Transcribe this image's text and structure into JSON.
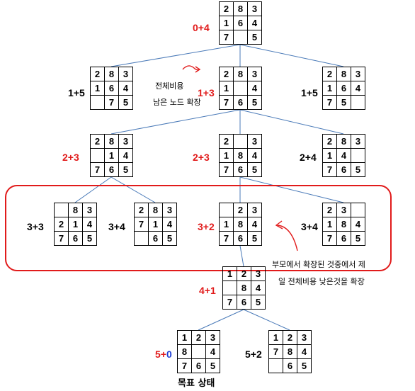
{
  "colors": {
    "edge": "#4a7ab8",
    "highlight": "#e11b1b",
    "goal_cost": "#1f3fd6",
    "text": "#000000"
  },
  "nodes": [
    {
      "id": "root",
      "cost_g": "0",
      "cost_h": "4",
      "emph": true,
      "tiles": [
        2,
        8,
        3,
        1,
        6,
        4,
        7,
        0,
        5
      ]
    },
    {
      "id": "l1a",
      "cost_g": "1",
      "cost_h": "5",
      "emph": false,
      "tiles": [
        2,
        8,
        3,
        1,
        6,
        4,
        0,
        7,
        5
      ]
    },
    {
      "id": "l1b",
      "cost_g": "1",
      "cost_h": "3",
      "emph": true,
      "tiles": [
        2,
        8,
        3,
        1,
        0,
        4,
        7,
        6,
        5
      ]
    },
    {
      "id": "l1c",
      "cost_g": "1",
      "cost_h": "5",
      "emph": false,
      "tiles": [
        2,
        8,
        3,
        1,
        6,
        4,
        7,
        5,
        0
      ]
    },
    {
      "id": "l2a",
      "cost_g": "2",
      "cost_h": "3",
      "emph": true,
      "tiles": [
        2,
        8,
        3,
        0,
        1,
        4,
        7,
        6,
        5
      ]
    },
    {
      "id": "l2b",
      "cost_g": "2",
      "cost_h": "3",
      "emph": true,
      "tiles": [
        2,
        0,
        3,
        1,
        8,
        4,
        7,
        6,
        5
      ]
    },
    {
      "id": "l2c",
      "cost_g": "2",
      "cost_h": "4",
      "emph": false,
      "tiles": [
        2,
        8,
        3,
        1,
        4,
        0,
        7,
        6,
        5
      ]
    },
    {
      "id": "l3a",
      "cost_g": "3",
      "cost_h": "3",
      "emph": false,
      "tiles": [
        0,
        8,
        3,
        2,
        1,
        4,
        7,
        6,
        5
      ]
    },
    {
      "id": "l3b",
      "cost_g": "3",
      "cost_h": "4",
      "emph": false,
      "tiles": [
        2,
        8,
        3,
        7,
        1,
        4,
        0,
        6,
        5
      ]
    },
    {
      "id": "l3c",
      "cost_g": "3",
      "cost_h": "2",
      "emph": true,
      "tiles": [
        0,
        2,
        3,
        1,
        8,
        4,
        7,
        6,
        5
      ]
    },
    {
      "id": "l3d",
      "cost_g": "3",
      "cost_h": "4",
      "emph": false,
      "tiles": [
        2,
        3,
        0,
        1,
        8,
        4,
        7,
        6,
        5
      ]
    },
    {
      "id": "l4",
      "cost_g": "4",
      "cost_h": "1",
      "emph": true,
      "tiles": [
        1,
        2,
        3,
        0,
        8,
        4,
        7,
        6,
        5
      ]
    },
    {
      "id": "l5a",
      "cost_g": "5",
      "cost_h": "0",
      "emph": "goal",
      "tiles": [
        1,
        2,
        3,
        8,
        0,
        4,
        7,
        6,
        5
      ]
    },
    {
      "id": "l5b",
      "cost_g": "5",
      "cost_h": "2",
      "emph": false,
      "tiles": [
        1,
        2,
        3,
        7,
        8,
        4,
        0,
        6,
        5
      ]
    }
  ],
  "edges": [
    [
      "root",
      "l1a"
    ],
    [
      "root",
      "l1b"
    ],
    [
      "root",
      "l1c"
    ],
    [
      "l1b",
      "l2a"
    ],
    [
      "l1b",
      "l2b"
    ],
    [
      "l1b",
      "l2c"
    ],
    [
      "l2a",
      "l3a"
    ],
    [
      "l2a",
      "l3b"
    ],
    [
      "l2b",
      "l3c"
    ],
    [
      "l2b",
      "l3d"
    ],
    [
      "l3c",
      "l4"
    ],
    [
      "l4",
      "l5a"
    ],
    [
      "l4",
      "l5b"
    ]
  ],
  "annotations": {
    "total_cost_line1": "전체비용",
    "total_cost_line2": "남은 노드 확장",
    "parent_note_line1": "부모에서 확장된 것중에서 제",
    "parent_note_line2": "일 전체비용 낮은것을 확장",
    "goal_label": "목표 상태"
  }
}
